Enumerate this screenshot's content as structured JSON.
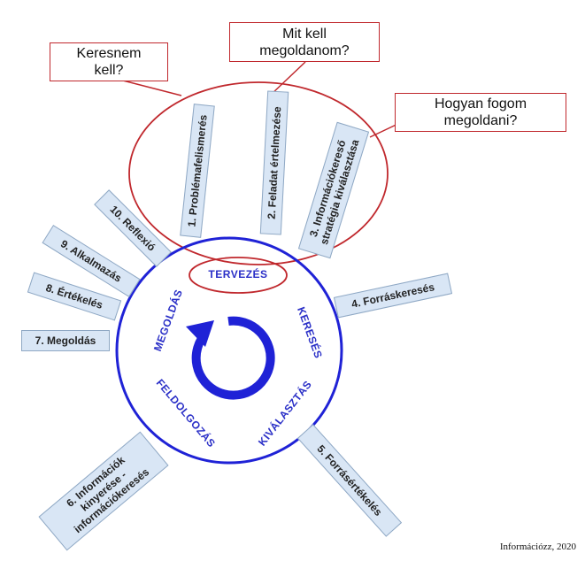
{
  "callouts": {
    "c1": "Keresnem kell?",
    "c2": "Mit kell megoldanom?",
    "c3": "Hogyan fogom megoldani?"
  },
  "steps": {
    "s1": "1. Problémafelismerés",
    "s2": "2. Feladat értelmezése",
    "s3": "3. Információkereső stratégia kiválasztása",
    "s4": "4. Forráskeresés",
    "s5": "5. Forrásértékelés",
    "s6": "6. Információk kinyerése - információkeresés",
    "s7": "7. Megoldás",
    "s8": "8. Értékelés",
    "s9": "9. Alkalmazás",
    "s10": "10. Reflexió"
  },
  "phases": {
    "tervezes": "TERVEZÉS",
    "kereses": "KERESÉS",
    "kivalasztas": "KIVÁLASZTÁS",
    "feldolgozas": "FELDOLGOZÁS",
    "megoldas": "MEGOLDÁS"
  },
  "credit": "Információzz, 2020",
  "colors": {
    "circle": "#1f22d6",
    "callout_border": "#c0282d",
    "step_fill": "#d9e6f5",
    "phase_text": "#2a2fc7"
  }
}
